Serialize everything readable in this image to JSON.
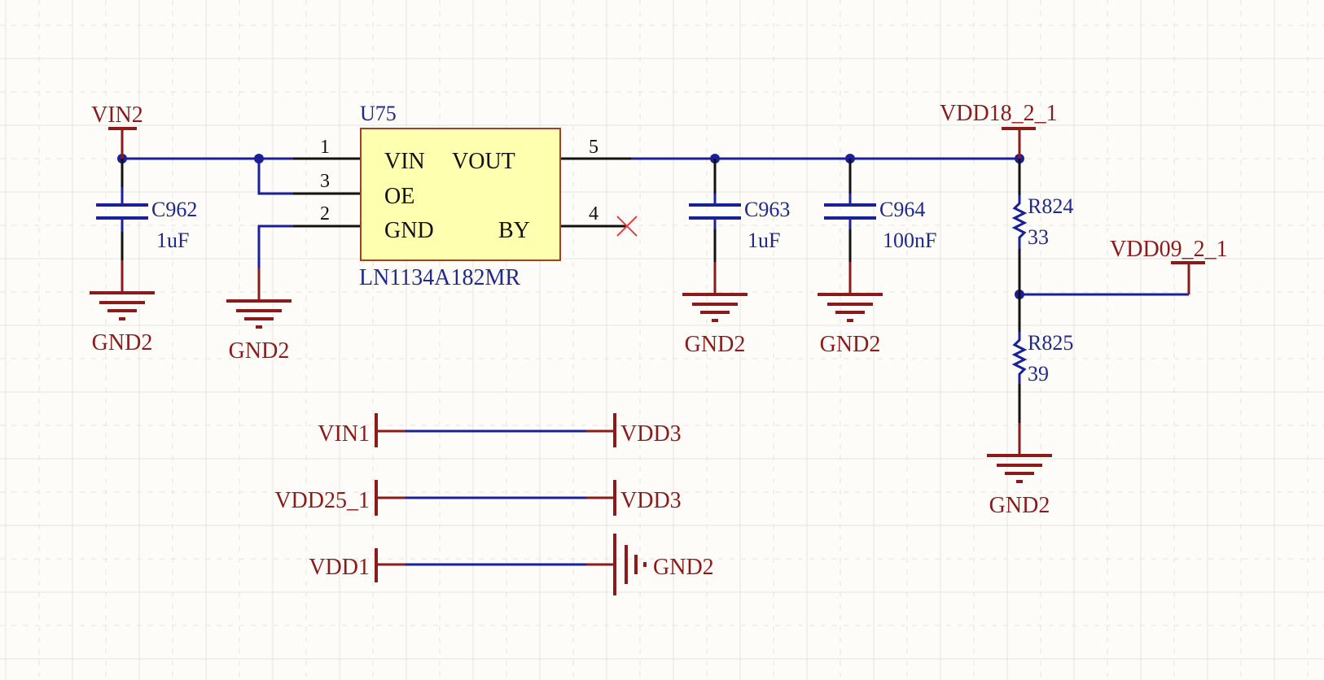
{
  "colors": {
    "background": "#fdfcf8",
    "wire": "#1a1f9a",
    "power_port": "#8b1a1a",
    "pin": "#111111",
    "component_body_fill": "#ffffb0",
    "component_body_border": "#a0402a",
    "designator_text": "#1f2a8a",
    "no_connect": "#e04040"
  },
  "ic": {
    "designator": "U75",
    "part": "LN1134A182MR",
    "pins_left": [
      {
        "num": "1",
        "name": "VIN"
      },
      {
        "num": "3",
        "name": "OE"
      },
      {
        "num": "2",
        "name": "GND"
      }
    ],
    "pins_right": [
      {
        "num": "5",
        "name": "VOUT"
      },
      {
        "num": "4",
        "name": "BY"
      }
    ]
  },
  "capacitors": [
    {
      "designator": "C962",
      "value": "1uF"
    },
    {
      "designator": "C963",
      "value": "1uF"
    },
    {
      "designator": "C964",
      "value": "100nF"
    }
  ],
  "resistors": [
    {
      "designator": "R824",
      "value": "33"
    },
    {
      "designator": "R825",
      "value": "39"
    }
  ],
  "power_ports": {
    "vin2": "VIN2",
    "vdd18": "VDD18_2_1",
    "vdd09": "VDD09_2_1",
    "gnd": "GND2"
  },
  "net_ties": [
    {
      "left": "VIN1",
      "right": "VDD3"
    },
    {
      "left": "VDD25_1",
      "right": "VDD3"
    },
    {
      "left": "VDD1",
      "right": "GND2"
    }
  ]
}
